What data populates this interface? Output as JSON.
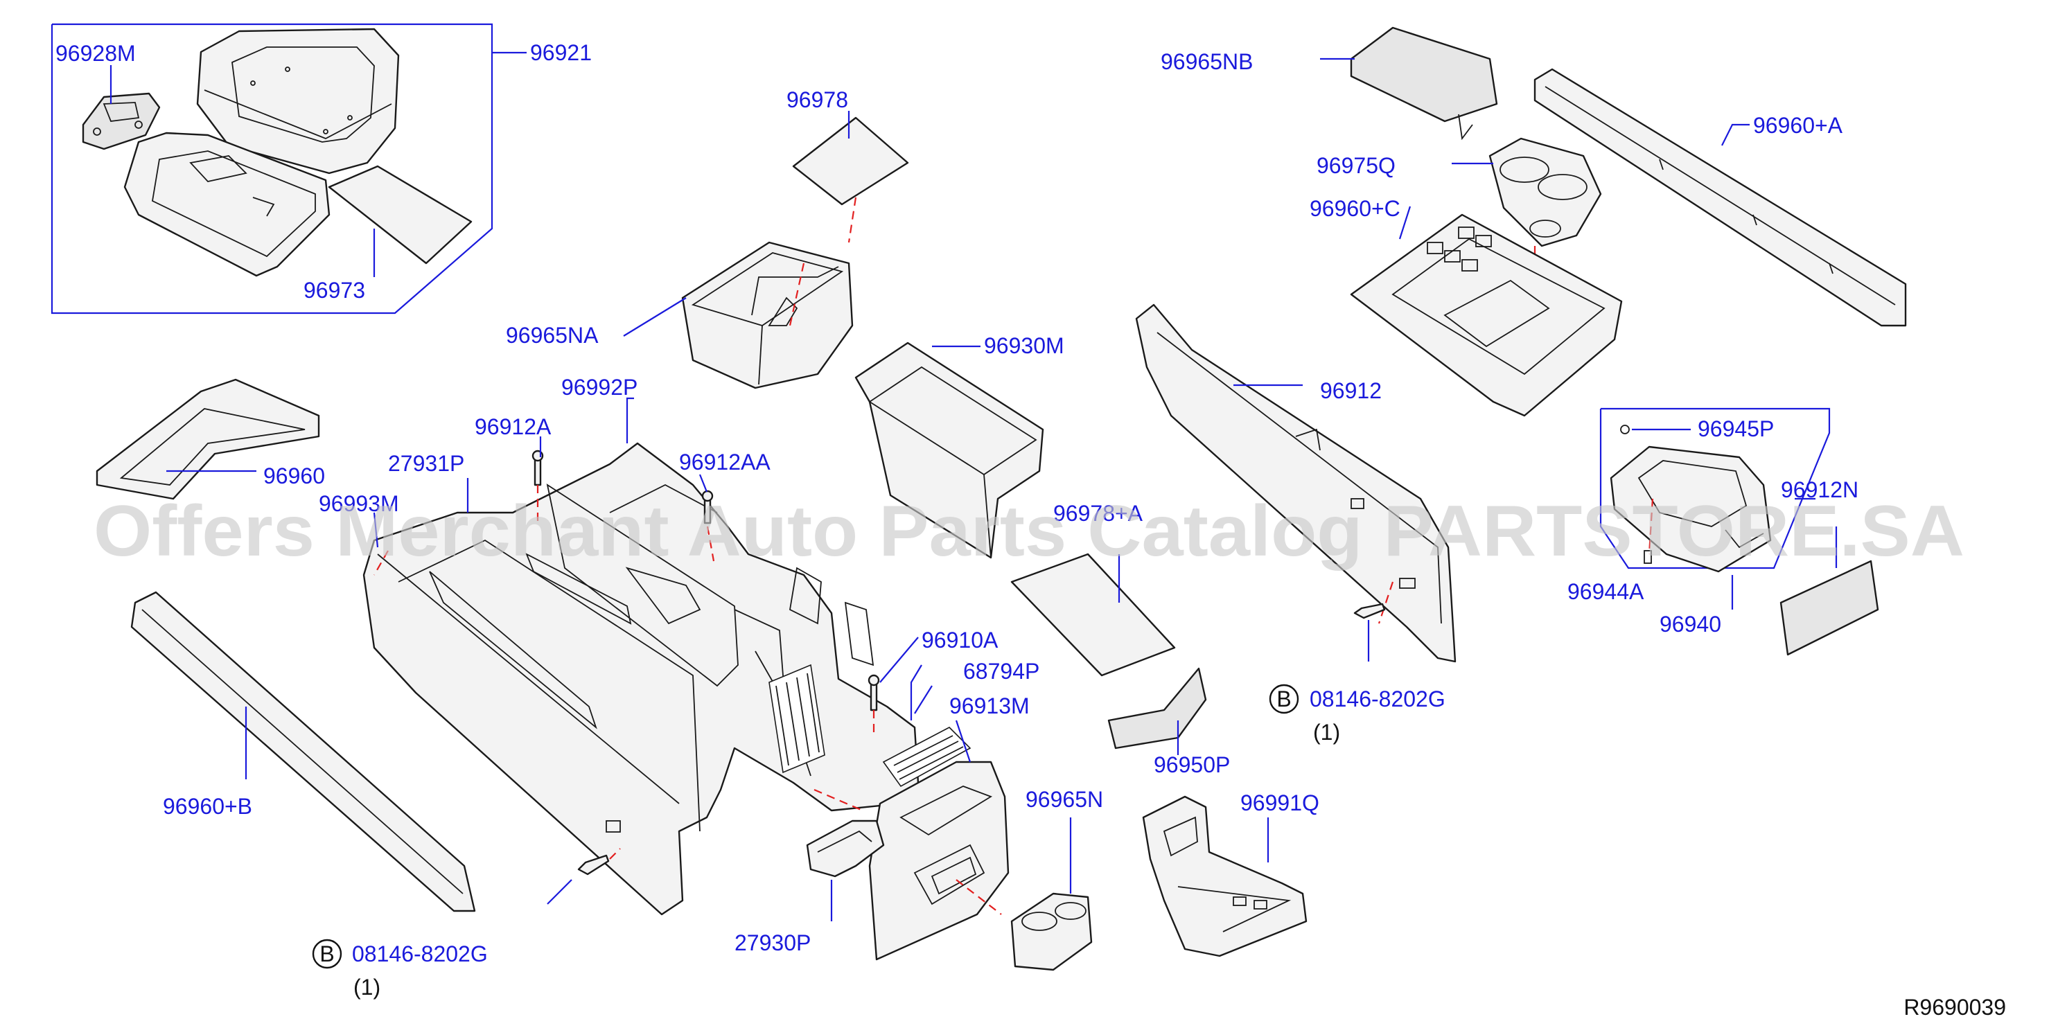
{
  "watermark": "Offers Merchant Auto Parts Catalog PARTSTORE.SA",
  "diagram_id": "R9690039",
  "bolt_badge": "B",
  "callouts": {
    "p96928M": "96928M",
    "p96921": "96921",
    "p96973": "96973",
    "p96978": "96978",
    "p96965NA": "96965NA",
    "p96930M": "96930M",
    "p96965NB": "96965NB",
    "p96960A": "96960+A",
    "p96975Q": "96975Q",
    "p96960C": "96960+C",
    "p96912": "96912",
    "p96960": "96960",
    "p96992P": "96992P",
    "p96912A": "96912A",
    "p27931P": "27931P",
    "p96912AA": "96912AA",
    "p96993M": "96993M",
    "p96978A": "96978+A",
    "p96945P": "96945P",
    "p96912N": "96912N",
    "p96944A": "96944A",
    "p96940": "96940",
    "p96960B": "96960+B",
    "p96910A": "96910A",
    "p68794P": "68794P",
    "p96913M": "96913M",
    "p96950P": "96950P",
    "p96965N": "96965N",
    "p96991Q": "96991Q",
    "p27930P": "27930P",
    "bolt_right": "08146-8202G",
    "bolt_right_qty": "(1)",
    "bolt_left": "08146-8202G",
    "bolt_left_qty": "(1)"
  }
}
